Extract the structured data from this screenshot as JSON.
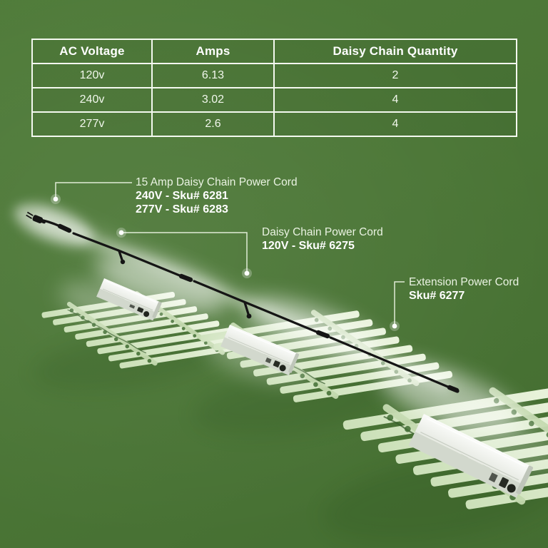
{
  "table": {
    "headers": [
      "AC Voltage",
      "Amps",
      "Daisy Chain Quantity"
    ],
    "rows": [
      {
        "voltage": "120v",
        "amps": "6.13",
        "qty": "2"
      },
      {
        "voltage": "240v",
        "amps": "3.02",
        "qty": "4"
      },
      {
        "voltage": "277v",
        "amps": "2.6",
        "qty": "4"
      }
    ]
  },
  "callouts": {
    "cord15": {
      "line1": "15 Amp Daisy Chain Power Cord",
      "line2": "240V - Sku# 6281",
      "line3": "277V - Sku# 6283"
    },
    "daisy120": {
      "line1": "Daisy Chain Power Cord",
      "line2": "120V - Sku# 6275"
    },
    "extension": {
      "line1": "Extension Power Cord",
      "line2": "Sku# 6277"
    }
  },
  "colors": {
    "background": "#4b7636",
    "light_bar": "#d7e8c6",
    "cable": "#151515",
    "text": "#ffffff",
    "secondary_text": "#eaf3e2"
  }
}
